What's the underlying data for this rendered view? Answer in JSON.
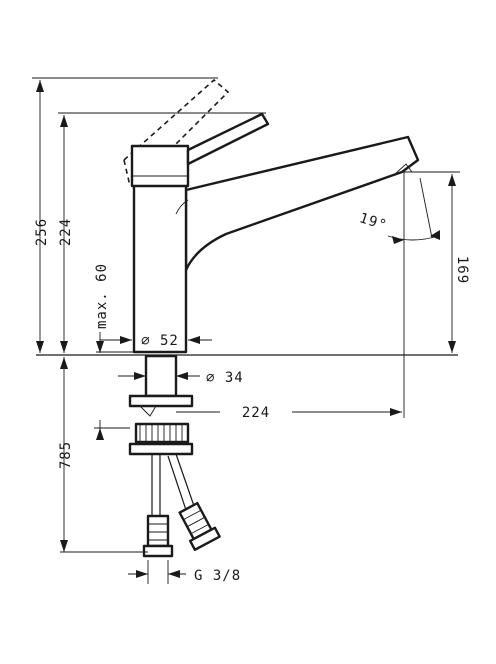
{
  "dimensions": {
    "height_total": "256",
    "height_spout": "224",
    "height_max_body": "max. 60",
    "body_diameter": "∅ 52",
    "shank_diameter": "∅ 34",
    "spout_reach": "224",
    "spout_height": "169",
    "spout_angle": "19°",
    "hose_length": "785",
    "connection_thread": "G 3/8"
  }
}
